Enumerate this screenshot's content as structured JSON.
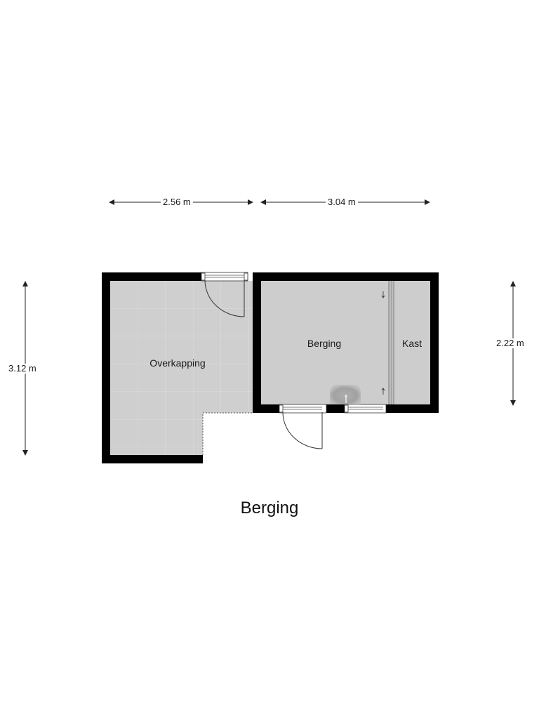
{
  "floor_plan": {
    "title": "Berging",
    "colors": {
      "wall": "#000000",
      "floor": "#cfcfcf",
      "tile_line": "#d9d9d9",
      "dim_line": "#222222",
      "background": "#ffffff"
    },
    "dimensions": {
      "top_left": "2.56 m",
      "top_right": "3.04 m",
      "left": "3.12 m",
      "right": "2.22 m"
    },
    "rooms": [
      {
        "name": "Overkapping",
        "floor": "tiled"
      },
      {
        "name": "Berging",
        "floor": "plain"
      },
      {
        "name": "Kast",
        "floor": "plain"
      }
    ],
    "openings": [
      {
        "type": "door",
        "location": "Overkapping top wall",
        "swing": "inward"
      },
      {
        "type": "door",
        "location": "Berging bottom wall",
        "swing": "outward"
      },
      {
        "type": "window",
        "location": "Berging bottom wall"
      }
    ],
    "fixtures": [
      {
        "type": "sink",
        "location": "Berging bottom wall"
      }
    ]
  }
}
